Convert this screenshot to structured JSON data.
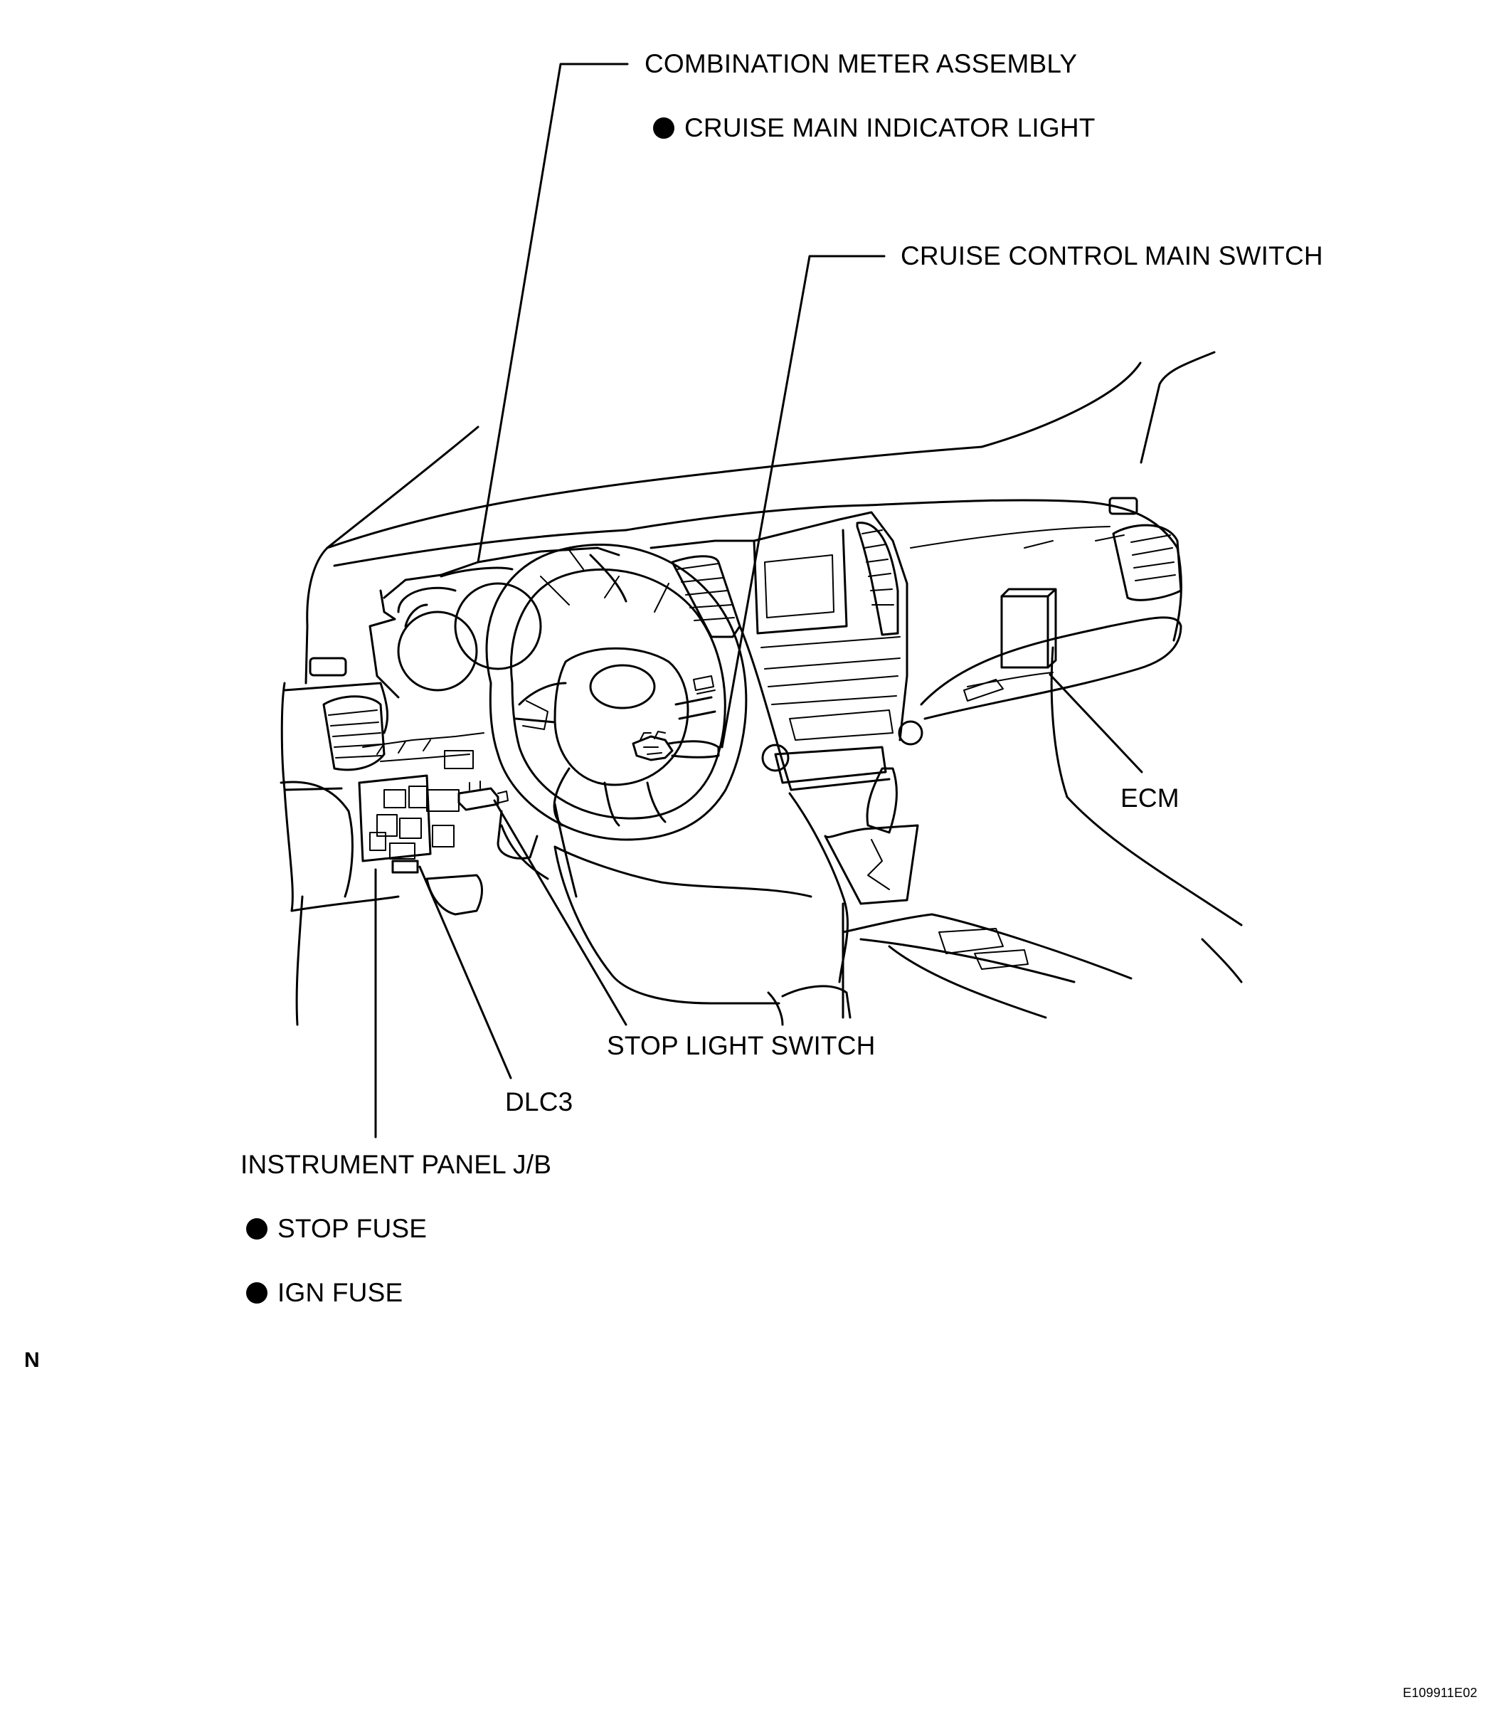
{
  "labels": {
    "combination_meter": "COMBINATION METER ASSEMBLY",
    "cruise_main_indicator": "CRUISE MAIN INDICATOR LIGHT",
    "cruise_control_main_switch": "CRUISE CONTROL MAIN SWITCH",
    "ecm": "ECM",
    "stop_light_switch": "STOP LIGHT SWITCH",
    "dlc3": "DLC3",
    "instrument_panel_jb": "INSTRUMENT PANEL J/B",
    "stop_fuse": "STOP FUSE",
    "ign_fuse": "IGN FUSE",
    "n_mark": "N",
    "figure_code": "E109911E02"
  },
  "colors": {
    "ink": "#000000",
    "paper": "#ffffff"
  }
}
